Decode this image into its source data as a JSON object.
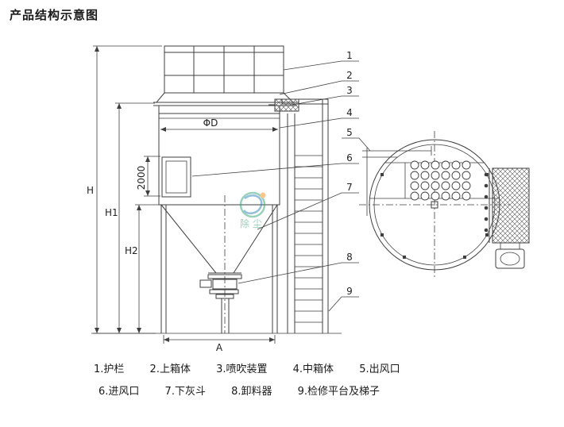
{
  "page": {
    "title": "产品结构示意图"
  },
  "colors": {
    "line": "#3f3f3f",
    "background": "#ffffff",
    "watermark_green": "#35a276",
    "watermark_blue": "#2c7fb8",
    "watermark_orange": "#f0921e"
  },
  "diagram": {
    "dims": {
      "h": "H",
      "h1": "H1",
      "h2": "H2",
      "door_height": "2000",
      "diameter": "ΦD",
      "width": "A"
    },
    "callouts": [
      "1",
      "2",
      "3",
      "4",
      "5",
      "6",
      "7",
      "8",
      "9"
    ],
    "watermark": {
      "text": "除尘"
    }
  },
  "legend": {
    "row1": [
      "1.护栏",
      "2.上箱体",
      "3.喷吹装置",
      "4.中箱体",
      "5.出风口"
    ],
    "row2": [
      "6.进风口",
      "7.下灰斗",
      "8.卸料器",
      "9.检修平台及梯子"
    ]
  }
}
